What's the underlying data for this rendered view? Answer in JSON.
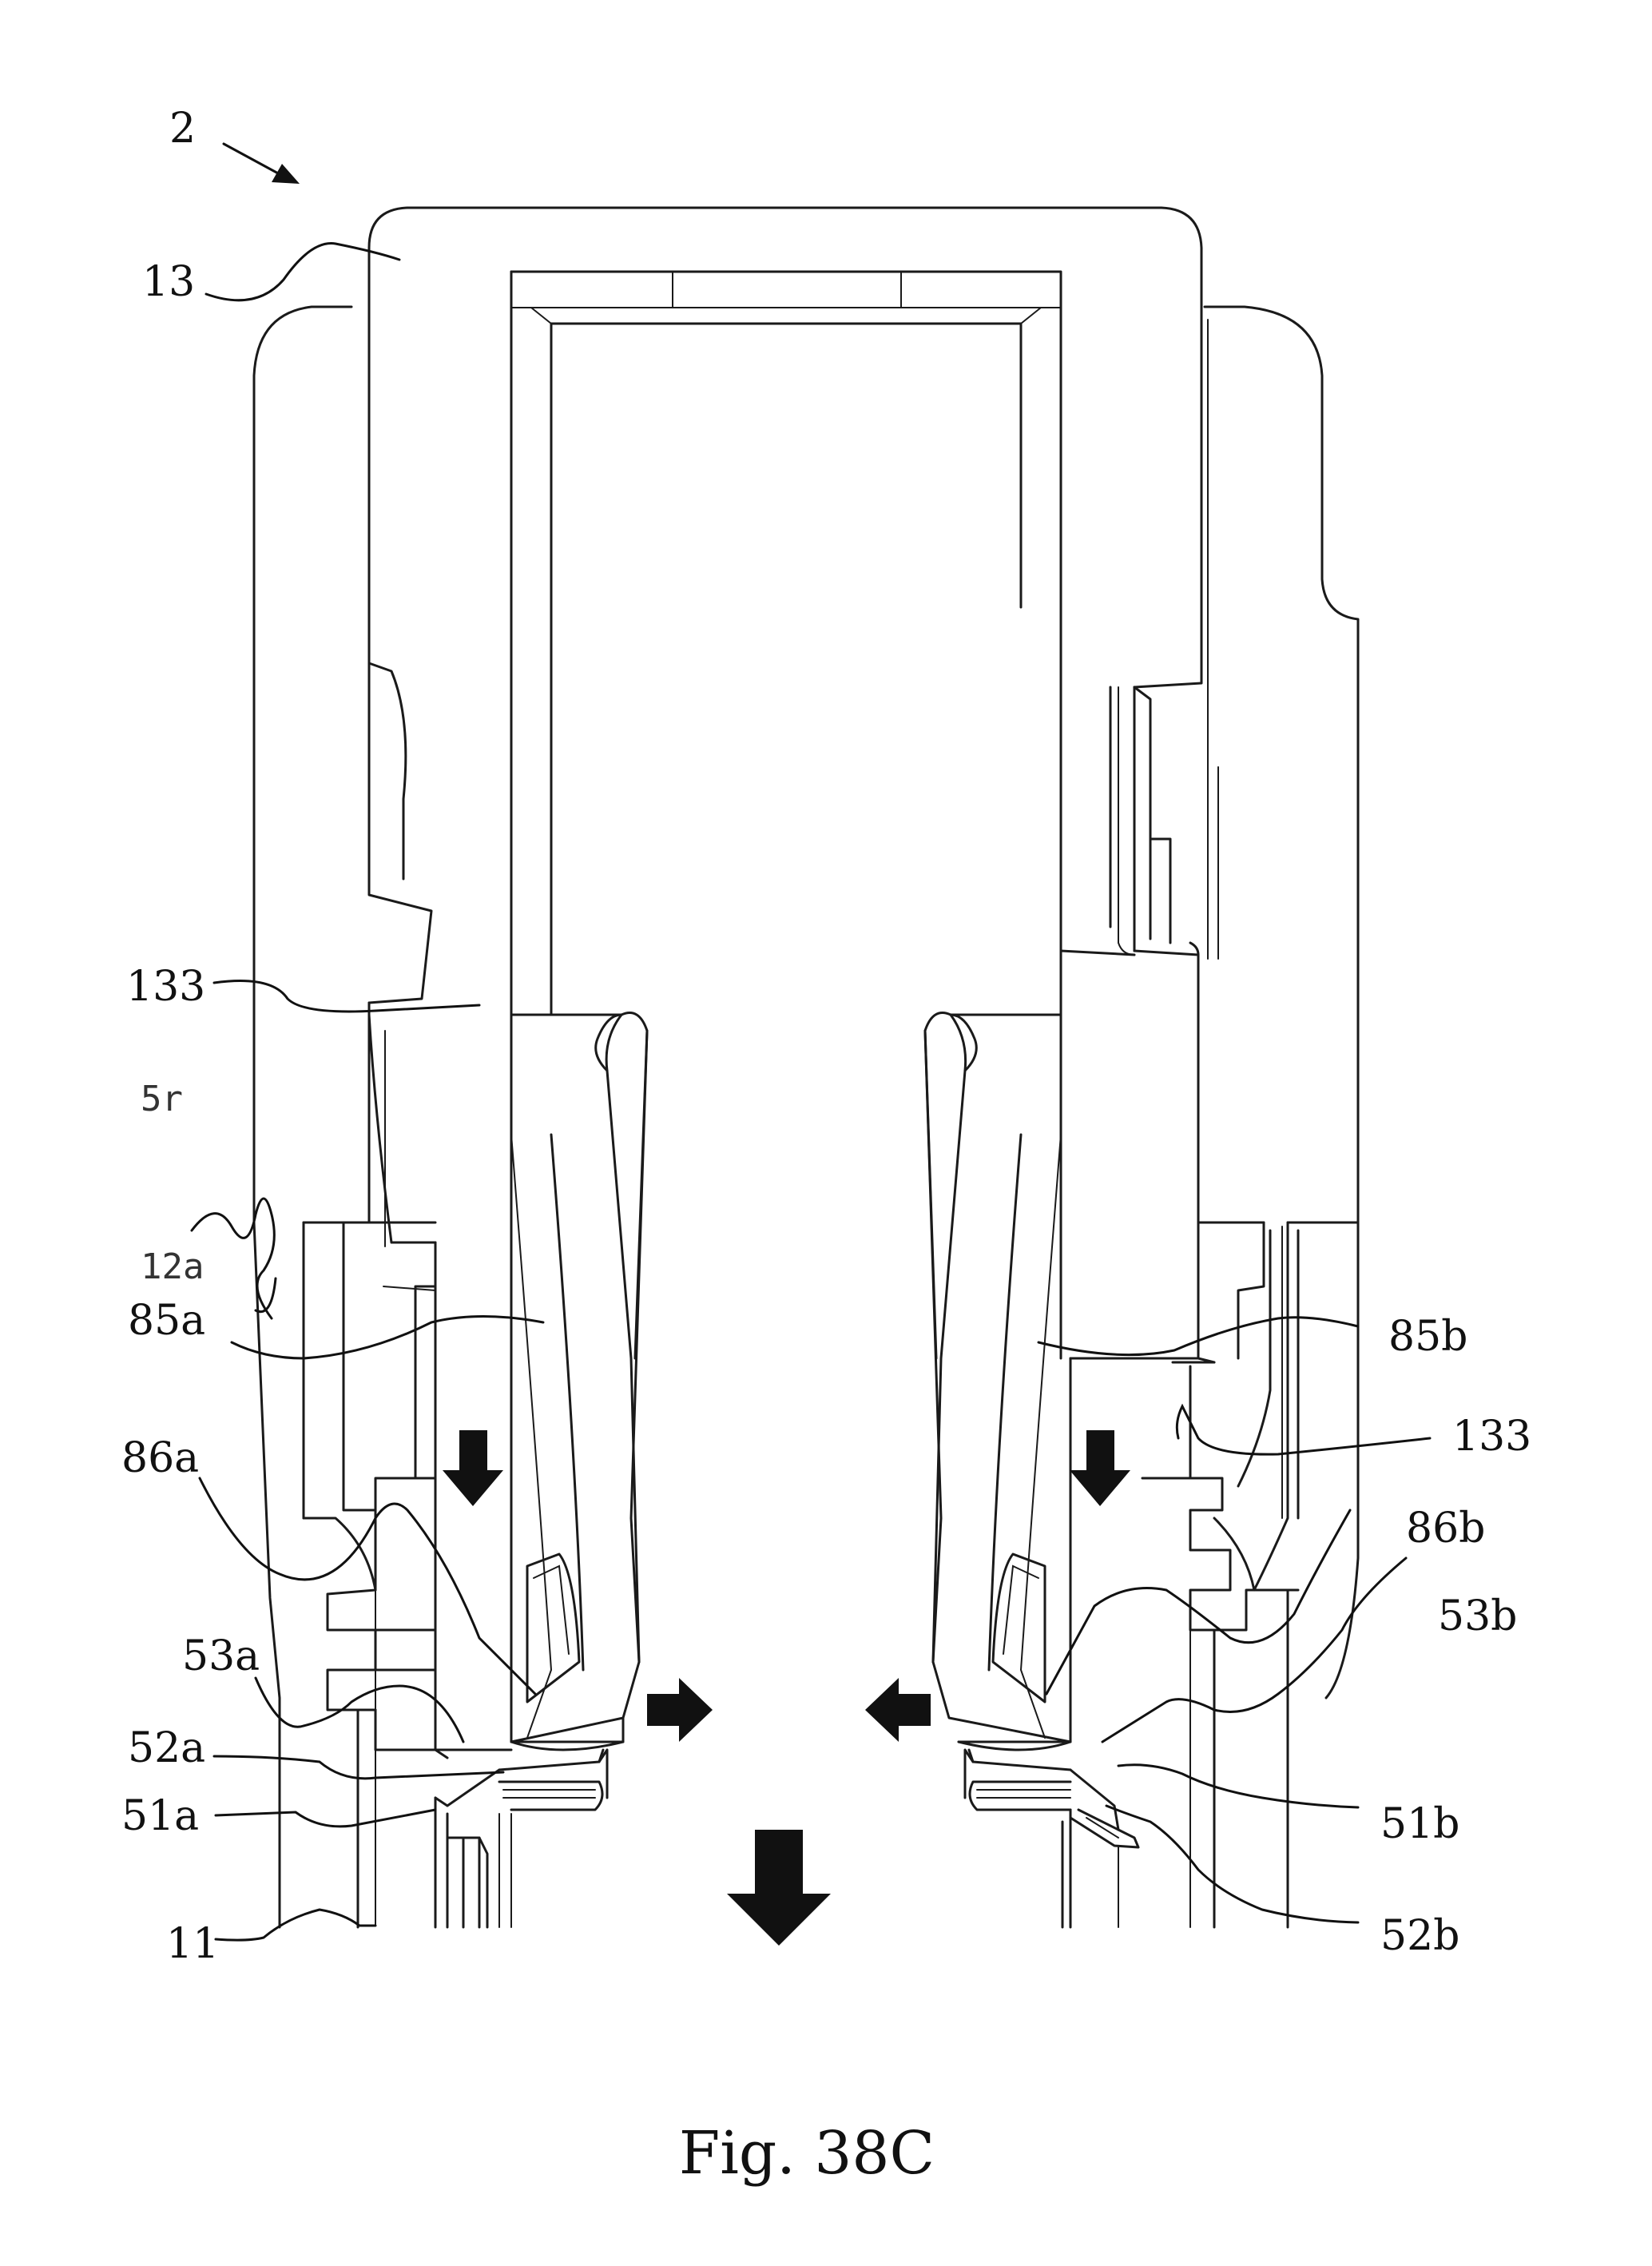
{
  "figure": {
    "caption": "Fig. 38C"
  },
  "labels": {
    "assembly": "2",
    "l13": "13",
    "l133_left": "133",
    "l5r": "5r",
    "l12a": "12a",
    "l85a": "85a",
    "l86a": "86a",
    "l53a": "53a",
    "l52a": "52a",
    "l51a": "51a",
    "l11": "11",
    "l85b": "85b",
    "l133_right": "133",
    "l86b": "86b",
    "l53b": "53b",
    "l51b": "51b",
    "l52b": "52b"
  }
}
